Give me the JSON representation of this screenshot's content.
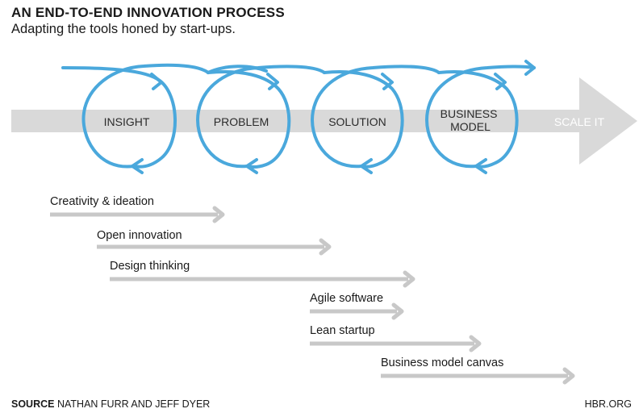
{
  "title": "AN END-TO-END INNOVATION PROCESS",
  "subtitle": "Adapting the tools honed by start-ups.",
  "stages": [
    {
      "lines": [
        "INSIGHT"
      ]
    },
    {
      "lines": [
        "PROBLEM"
      ]
    },
    {
      "lines": [
        "SOLUTION"
      ]
    },
    {
      "lines": [
        "BUSINESS",
        "MODEL"
      ]
    }
  ],
  "final_stage": "SCALE IT",
  "tools": [
    {
      "label": "Creativity & ideation"
    },
    {
      "label": "Open innovation"
    },
    {
      "label": "Design thinking"
    },
    {
      "label": "Agile software"
    },
    {
      "label": "Lean startup"
    },
    {
      "label": "Business model canvas"
    }
  ],
  "source_label": "SOURCE",
  "source_text": "NATHAN FURR AND JEFF DYER",
  "site": "HBR.ORG",
  "colors": {
    "main_arrow": "#d9d9d9",
    "tool_arrow": "#c8c8c8",
    "loop": "#4aa8dc",
    "label_white": "#ffffff"
  }
}
